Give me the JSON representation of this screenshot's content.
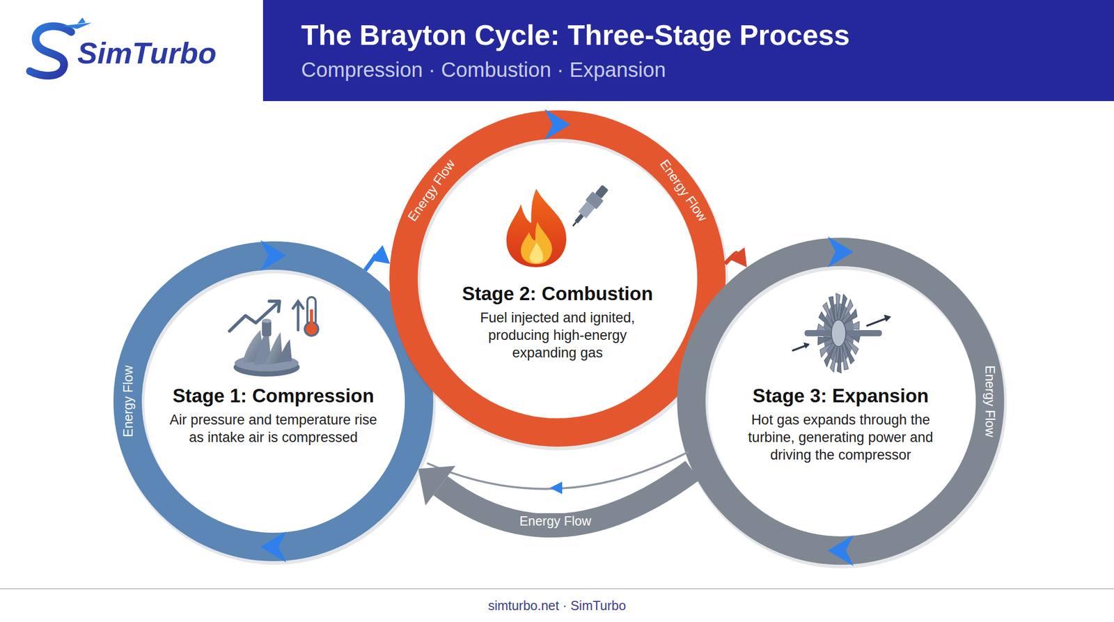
{
  "diagram": {
    "title": "The Brayton Cycle: Three-Stage Process",
    "nodes": [
      {
        "text": [
          "Stage 1: Compression",
          "Air pressure and temperature rise as intake air is compressed"
        ]
      },
      {
        "text": [
          "Stage 2: Combustion",
          "Fuel injected and ignited, producing high-energy expanding gas"
        ]
      },
      {
        "text": [
          "Stage 3: Expansion",
          "Hot gas expands through the turbine, generating power and driving the compressor"
        ]
      }
    ],
    "edges": [
      {
        "from": 0,
        "to": 1,
        "arrow": "to"
      },
      {
        "from": 1,
        "to": 2,
        "arrow": "to"
      },
      {
        "from": 2,
        "to": 0,
        "arrow": "to",
        "label": "Energy Flow"
      }
    ],
    "labels": [
      "SimTurbo",
      "Compression · Combustion · Expansion",
      "Energy Flow",
      "Energy Flow",
      "Energy Flow",
      "Energy Flow",
      "simturbo.net · SimTurbo"
    ]
  }
}
